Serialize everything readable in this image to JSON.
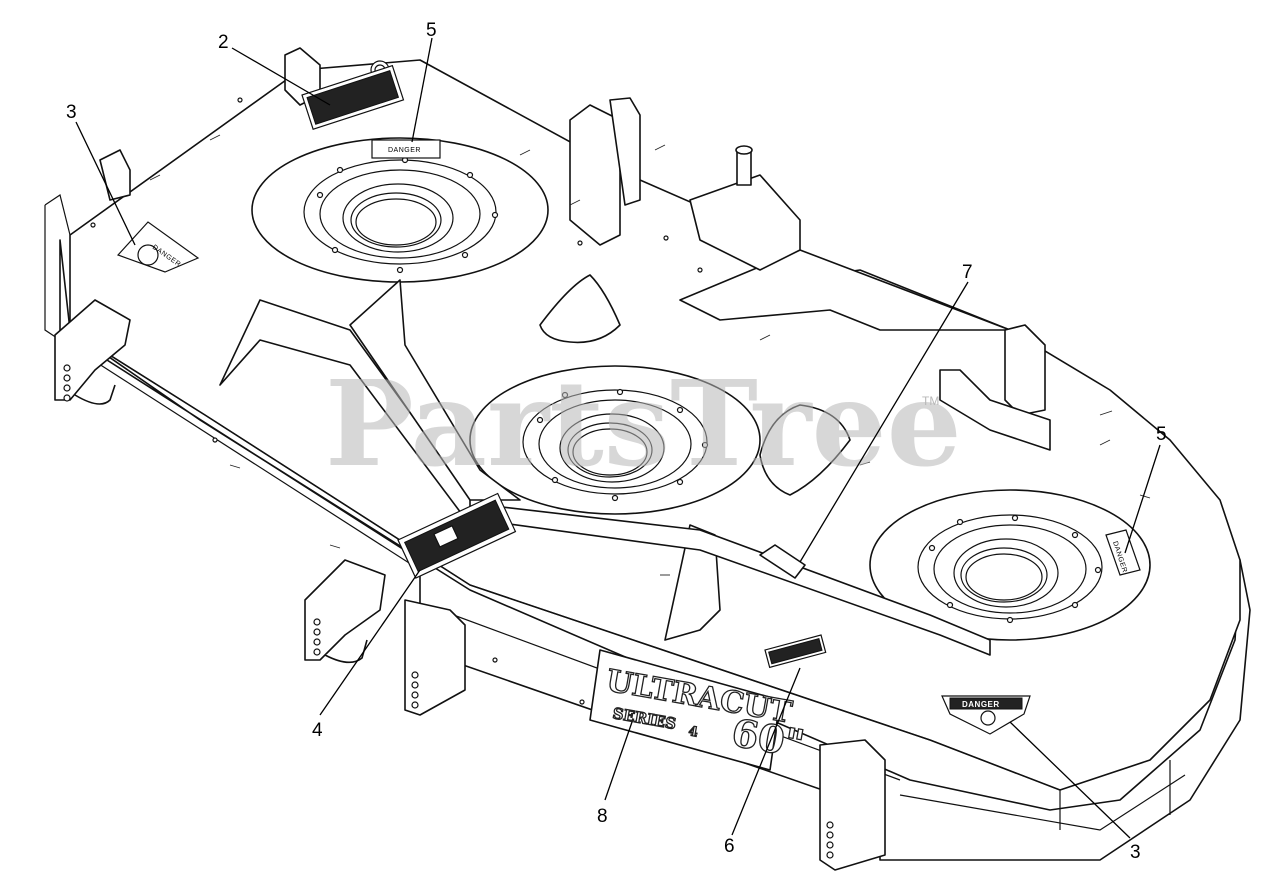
{
  "diagram": {
    "callouts": [
      {
        "id": "c2",
        "label": "2"
      },
      {
        "id": "c5a",
        "label": "5"
      },
      {
        "id": "c3a",
        "label": "3"
      },
      {
        "id": "c7",
        "label": "7"
      },
      {
        "id": "c5b",
        "label": "5"
      },
      {
        "id": "c4",
        "label": "4"
      },
      {
        "id": "c8",
        "label": "8"
      },
      {
        "id": "c6",
        "label": "6"
      },
      {
        "id": "c3b",
        "label": "3"
      }
    ],
    "decals": {
      "danger_word": "DANGER",
      "danger_triangle_left": "DANGER",
      "danger_triangle_right": "DANGER",
      "danger_side": "DANGER"
    },
    "logo": {
      "brand": "ULTRACUT",
      "size": "60\"",
      "series": "SERIES",
      "series_number": "4"
    },
    "watermark": {
      "text": "PartsTree",
      "tm": "TM"
    }
  }
}
